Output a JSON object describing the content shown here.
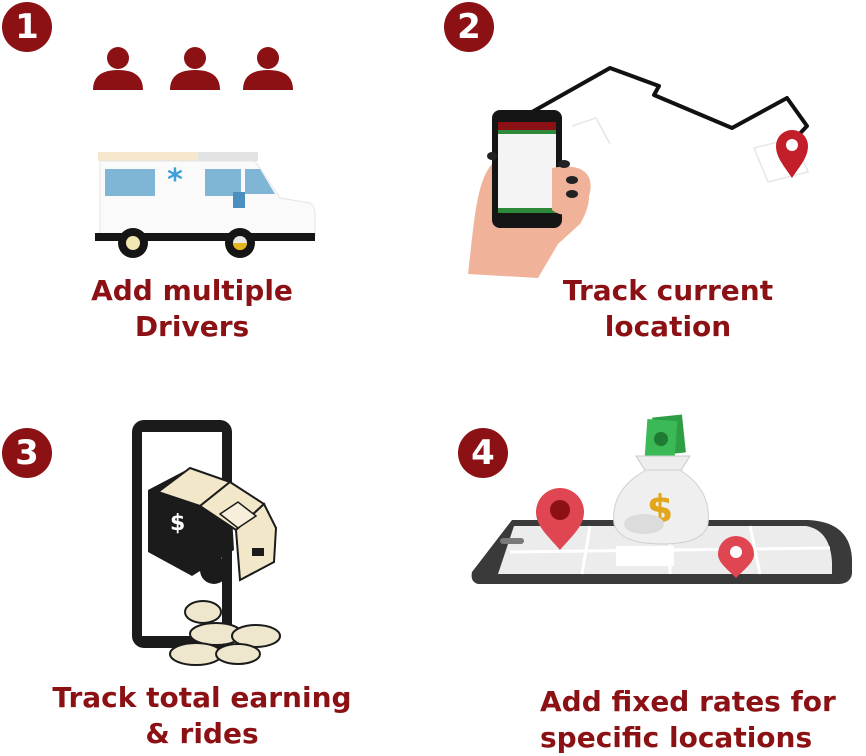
{
  "features": [
    {
      "number": "1",
      "line1": "Add multiple",
      "line2": "Drivers",
      "icon": "users-ambulance-icon"
    },
    {
      "number": "2",
      "line1": "Track current",
      "line2": "location",
      "icon": "phone-route-icon"
    },
    {
      "number": "3",
      "line1": "Track total earning",
      "line2": "& rides",
      "icon": "phone-van-coins-icon"
    },
    {
      "number": "4",
      "line1": "Add fixed rates for",
      "line2": "specific locations",
      "icon": "phone-map-money-icon"
    }
  ],
  "colors": {
    "accent": "#8c1114",
    "pin": "#e04552",
    "cash": "#2e9e44"
  },
  "illustrations": {
    "dollar_sign": "$",
    "cross_sign": "*"
  }
}
